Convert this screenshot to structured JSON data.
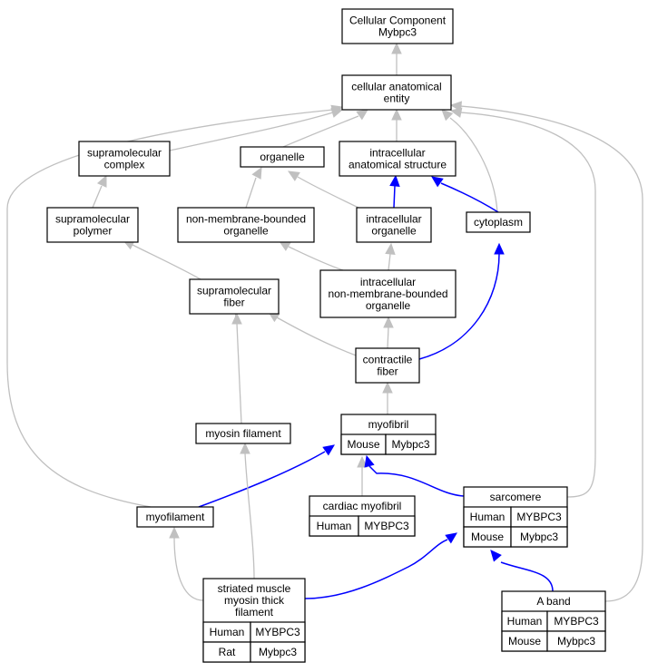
{
  "colors": {
    "human": "#ff6347",
    "mouse": "#add8e6",
    "rat": "#ffd700",
    "is_a_edge": "#c0c0c0",
    "part_of_edge": "#0000ff"
  },
  "nodes": {
    "root": [
      "Cellular Component",
      "Mybpc3"
    ],
    "cae": [
      "cellular anatomical",
      "entity"
    ],
    "supra_complex": [
      "supramolecular",
      "complex"
    ],
    "organelle": [
      "organelle"
    ],
    "ias": [
      "intracellular",
      "anatomical structure"
    ],
    "supra_polymer": [
      "supramolecular",
      "polymer"
    ],
    "nmbo": [
      "non-membrane-bounded",
      "organelle"
    ],
    "intra_org": [
      "intracellular",
      "organelle"
    ],
    "cytoplasm": [
      "cytoplasm"
    ],
    "supra_fiber": [
      "supramolecular",
      "fiber"
    ],
    "inmbo": [
      "intracellular",
      "non-membrane-bounded",
      "organelle"
    ],
    "contractile": [
      "contractile",
      "fiber"
    ],
    "myosin_fil": [
      "myosin filament"
    ],
    "myofibril": [
      "myofibril"
    ],
    "cardiac": [
      "cardiac myofibril"
    ],
    "sarcomere": [
      "sarcomere"
    ],
    "myofilament": [
      "myofilament"
    ],
    "smmtf": [
      "striated muscle",
      "myosin thick",
      "filament"
    ],
    "aband": [
      "A band"
    ]
  },
  "annotations": {
    "myofibril": [
      [
        "Mouse",
        "Mybpc3"
      ]
    ],
    "cardiac": [
      [
        "Human",
        "MYBPC3"
      ]
    ],
    "sarcomere": [
      [
        "Human",
        "MYBPC3"
      ],
      [
        "Mouse",
        "Mybpc3"
      ]
    ],
    "smmtf": [
      [
        "Human",
        "MYBPC3"
      ],
      [
        "Rat",
        "Mybpc3"
      ]
    ],
    "aband": [
      [
        "Human",
        "MYBPC3"
      ],
      [
        "Mouse",
        "Mybpc3"
      ]
    ]
  }
}
